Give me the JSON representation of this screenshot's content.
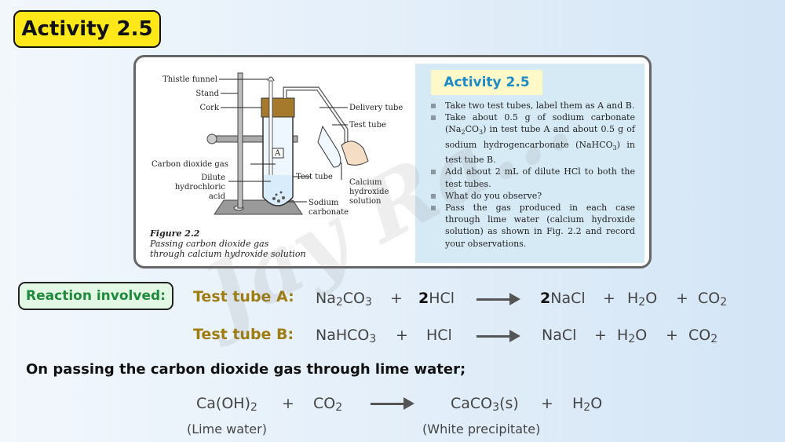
{
  "page_title": "Activity 2.5",
  "figure": {
    "labels": {
      "thistle_funnel": "Thistle funnel",
      "stand": "Stand",
      "cork": "Cork",
      "delivery_tube": "Delivery tube",
      "test_tube_right": "Test tube",
      "tube_letter": "A",
      "co2_gas": "Carbon dioxide gas",
      "dilute_line1": "Dilute",
      "dilute_line2": "hydrochloric",
      "dilute_line3": "acid",
      "test_tube": "Test tube",
      "calcium_line1": "Calcium",
      "calcium_line2": "hydroxide",
      "calcium_line3": "solution",
      "sodium_line1": "Sodium",
      "sodium_line2": "carbonate"
    },
    "caption_number": "Figure 2.2",
    "caption_line1": "Passing carbon dioxide gas",
    "caption_line2": "through calcium hydroxide solution"
  },
  "textbox": {
    "title": "Activity 2.5",
    "b1": "Take two test tubes, label them as A and B.",
    "b2_a": "Take about 0.5 g of sodium carbonate (Na",
    "b2_s1": "2",
    "b2_b": "CO",
    "b2_s2": "3",
    "b2_c": ") in test tube A and about 0.5 g of sodium hydrogencarbonate (NaHCO",
    "b2_s3": "3",
    "b2_d": ") in test tube B.",
    "b3": "Add about 2 mL of dilute HCl to both the test tubes.",
    "b4": "What do you observe?",
    "b5": "Pass the gas produced in each case through lime water (calcium hydroxide solution) as shown in Fig. 2.2 and record your observations."
  },
  "reaction_label": "Reaction involved:",
  "eq_a": {
    "label": "Test tube A:",
    "r1_a": "Na",
    "r1_s1": "2",
    "r1_b": "CO",
    "r1_s2": "3",
    "plus1": "+",
    "r2_coef": "2",
    "r2": "HCl",
    "p1_coef": "2",
    "p1": "NaCl",
    "plus2": "+",
    "p2_a": "H",
    "p2_s": "2",
    "p2_b": "O",
    "plus3": "+",
    "p3_a": "CO",
    "p3_s": "2"
  },
  "eq_b": {
    "label": "Test tube B:",
    "r1_a": "NaHCO",
    "r1_s": "3",
    "plus1": "+",
    "r2": "HCl",
    "p1": "NaCl",
    "plus2": "+",
    "p2_a": "H",
    "p2_s": "2",
    "p2_b": "O",
    "plus3": "+",
    "p3_a": "CO",
    "p3_s": "2"
  },
  "statement": "On passing the carbon dioxide gas through lime water;",
  "eq_c": {
    "r1_a": "Ca(OH)",
    "r1_s": "2",
    "plus1": "+",
    "r2_a": "CO",
    "r2_s": "2",
    "p1_a": "CaCO",
    "p1_s": "3",
    "p1_b": "(s)",
    "plus2": "+",
    "p2_a": "H",
    "p2_s": "2",
    "p2_b": "O",
    "note1": "(Lime water)",
    "note2": "(White precipitate)"
  },
  "watermark": "Jay Ra..."
}
